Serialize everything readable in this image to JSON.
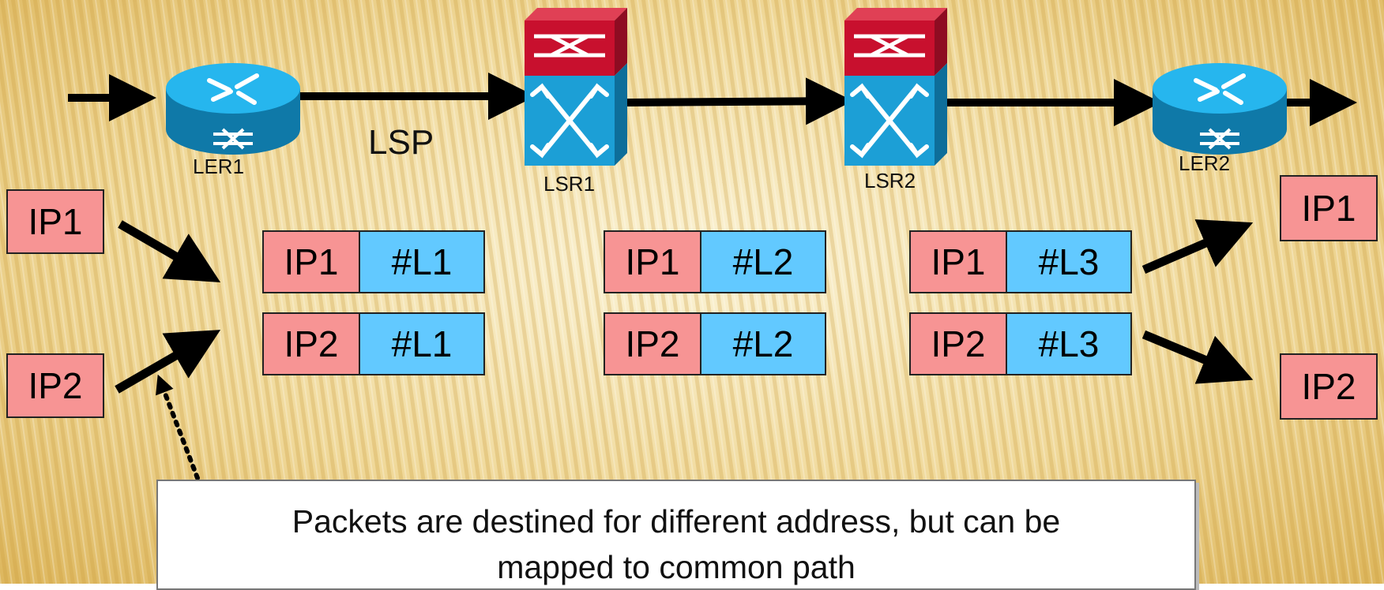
{
  "colors": {
    "ip_fill": "#F79494",
    "label_fill": "#62C9FF",
    "router_fill": "#1C9FD6",
    "switch_top": "#C8102E",
    "background": "#E8C874"
  },
  "nodes": {
    "ler1": {
      "label": "LER1",
      "icon": "router-icon"
    },
    "lsr1": {
      "label": "LSR1",
      "icon": "atm-switch-icon"
    },
    "lsr2": {
      "label": "LSR2",
      "icon": "atm-switch-icon"
    },
    "ler2": {
      "label": "LER2",
      "icon": "router-icon"
    }
  },
  "path_label": "LSP",
  "ingress": {
    "ip1": "IP1",
    "ip2": "IP2"
  },
  "egress": {
    "ip1": "IP1",
    "ip2": "IP2"
  },
  "hops": [
    {
      "rows": [
        {
          "ip": "IP1",
          "label": "#L1"
        },
        {
          "ip": "IP2",
          "label": "#L1"
        }
      ]
    },
    {
      "rows": [
        {
          "ip": "IP1",
          "label": "#L2"
        },
        {
          "ip": "IP2",
          "label": "#L2"
        }
      ]
    },
    {
      "rows": [
        {
          "ip": "IP1",
          "label": "#L3"
        },
        {
          "ip": "IP2",
          "label": "#L3"
        }
      ]
    }
  ],
  "note": {
    "line1": "Packets are destined for different address, but can be",
    "line2": "mapped to common path"
  }
}
